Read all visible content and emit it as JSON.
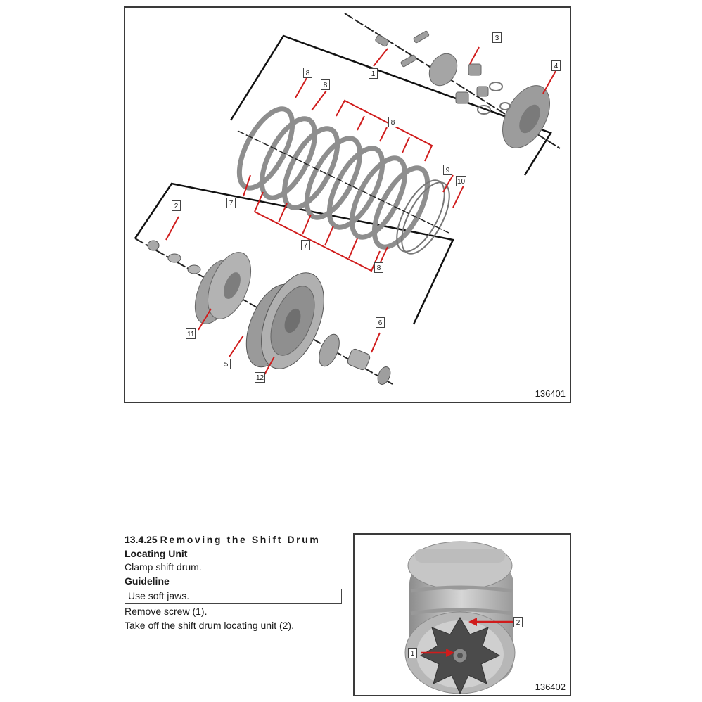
{
  "figure1": {
    "number": "136401",
    "callouts": [
      "1",
      "2",
      "3",
      "4",
      "5",
      "6",
      "7",
      "7",
      "8",
      "8",
      "8",
      "8",
      "9",
      "10",
      "11",
      "12"
    ]
  },
  "section": {
    "number": "13.4.25",
    "title_line1": "Removing the Shift Drum",
    "title_line2": "Locating Unit",
    "step1": "Clamp shift drum.",
    "guideline_heading": "Guideline",
    "guideline_text": "Use soft jaws.",
    "step2": "Remove screw (1).",
    "step3": "Take off the shift drum locating unit (2)."
  },
  "figure2": {
    "number": "136402",
    "callouts": [
      "1",
      "2"
    ]
  },
  "colors": {
    "arrow": "#d01c1c",
    "frame": "#3a3a3a",
    "part": "#9a9a9a"
  }
}
